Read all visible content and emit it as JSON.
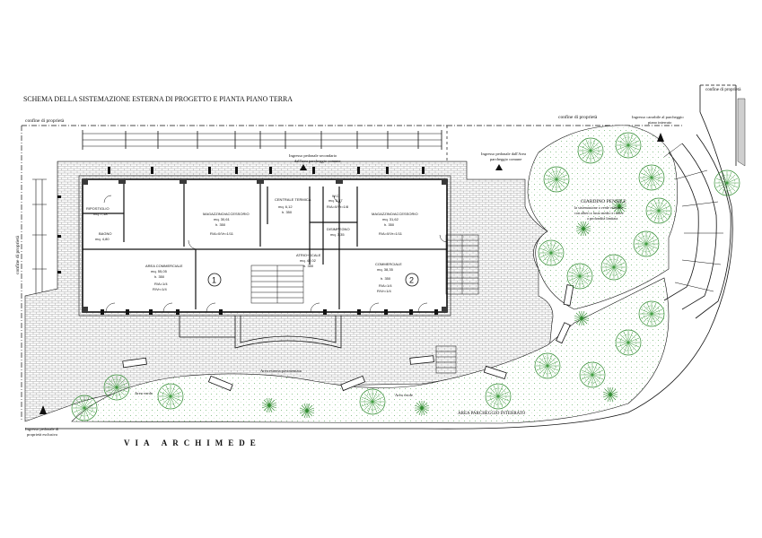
{
  "title": "SCHEMA DELLA SISTEMAZIONE ESTERNA DI PROGETTO E PIANTA PIANO TERRA",
  "street": "VIA ARCHIMEDE",
  "boundary": {
    "top_left": "confine di proprietà",
    "top_right": "confine di proprietà",
    "left_side": "confine di proprietà",
    "right_vertical": "confine di proprietà"
  },
  "entrances": {
    "secondary_line1": "Ingresso pedonale secondario",
    "secondary_line2": "dall'area parcheggio comune",
    "area_line1": "Ingresso pedonale dall'Area",
    "area_line2": "parcheggio comune",
    "ramp_line1": "Ingresso carrabile al parcheggio",
    "ramp_line2": "piano interrato",
    "exclusive_line1": "Ingresso pedonale di",
    "exclusive_line2": "proprietà esclusiva"
  },
  "garden": {
    "title": "GIARDINO PENSILE",
    "line1": "la sistemazione a verde esistente",
    "line2": "con alberi a fusto medio e radice",
    "line3": "a profondità limitata"
  },
  "areas": {
    "paved": "Area esterna pavimentata",
    "green_left": "Area verde",
    "green_mid": "Area verde",
    "parking": "AREA PARCHEGGIO INTERRATO"
  },
  "rooms": {
    "ripostiglio": {
      "name": "RIPOSTIGLIO",
      "area": "mq. 7,18"
    },
    "bagno": {
      "name": "BAGNO",
      "area": "mq. 4,80"
    },
    "magazzino1": {
      "name": "MAGAZZINO/ACCESSORIO",
      "area": "mq. 30,61",
      "height": "h. 350",
      "ratio": "R/A=0/Vr=1/11"
    },
    "centrale": {
      "name": "CENTRALE TERMICA",
      "area": "mq. 6,12",
      "height": "h. 350"
    },
    "wc": {
      "name": "W.C.",
      "area": "mq. 3,47",
      "ratio": "R/A=0/Vr=1/8"
    },
    "disimpegno": {
      "name": "DISIMPEGNO",
      "area": "mq. 3,35"
    },
    "magazzino2": {
      "name": "MAGAZZINO/ACCESSORIO",
      "area": "mq. 31,62",
      "height": "h. 350",
      "ratio": "R/A=0/Vr=1/11"
    },
    "commerciale1": {
      "name": "AREA COMMERCIALE",
      "area": "mq. 55,05",
      "height": "h. 350",
      "ratio1": "R/A=1/4",
      "ratio2": "R/Vr=1/4"
    },
    "atrio": {
      "name": "ATRIO+SCALE",
      "area": "mq. 42,02",
      "height": "h. 350"
    },
    "commerciale2": {
      "name": "COMMERCIALE",
      "area": "mq. 38,35",
      "height": "h. 350",
      "ratio1": "R/A=1/4",
      "ratio2": "R/Vr=1/4"
    }
  },
  "unit_labels": {
    "one": "1",
    "two": "2"
  },
  "colors": {
    "line": "#111111",
    "hatch": "#8a8a8a",
    "vegetation": "#2e8b2e",
    "vegetation_light": "#7cc47c",
    "wall_fill": "#3a3a3a"
  }
}
